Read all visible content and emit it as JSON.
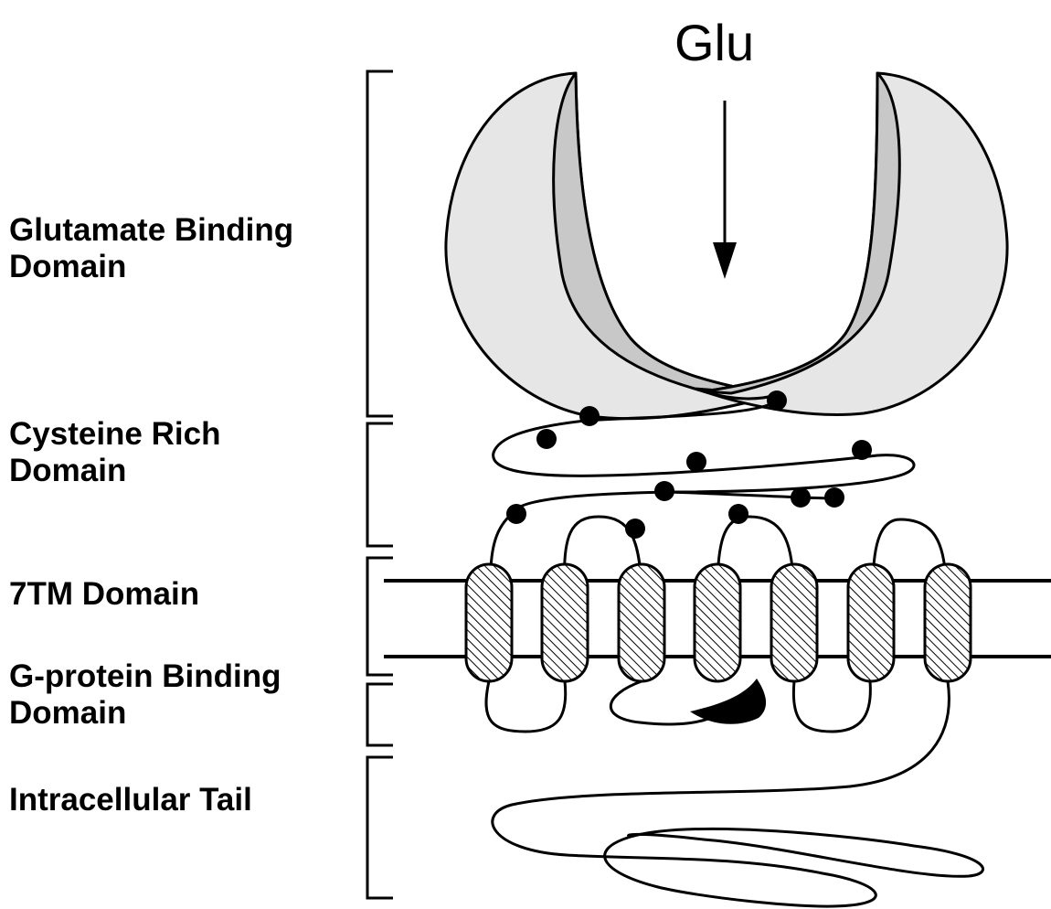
{
  "ligand": "Glu",
  "domains": {
    "glutamate_binding": {
      "line1": "Glutamate Binding",
      "line2": "Domain"
    },
    "cysteine_rich": {
      "line1": "Cysteine Rich",
      "line2": "Domain"
    },
    "seven_tm": {
      "line1": "7TM Domain"
    },
    "g_protein_binding": {
      "line1": "G-protein Binding",
      "line2": "Domain"
    },
    "intracellular_tail": {
      "line1": "Intracellular Tail"
    }
  },
  "colors": {
    "lobe_light": "#e6e6e6",
    "lobe_dark": "#c8c8c8",
    "ink": "#000000"
  }
}
